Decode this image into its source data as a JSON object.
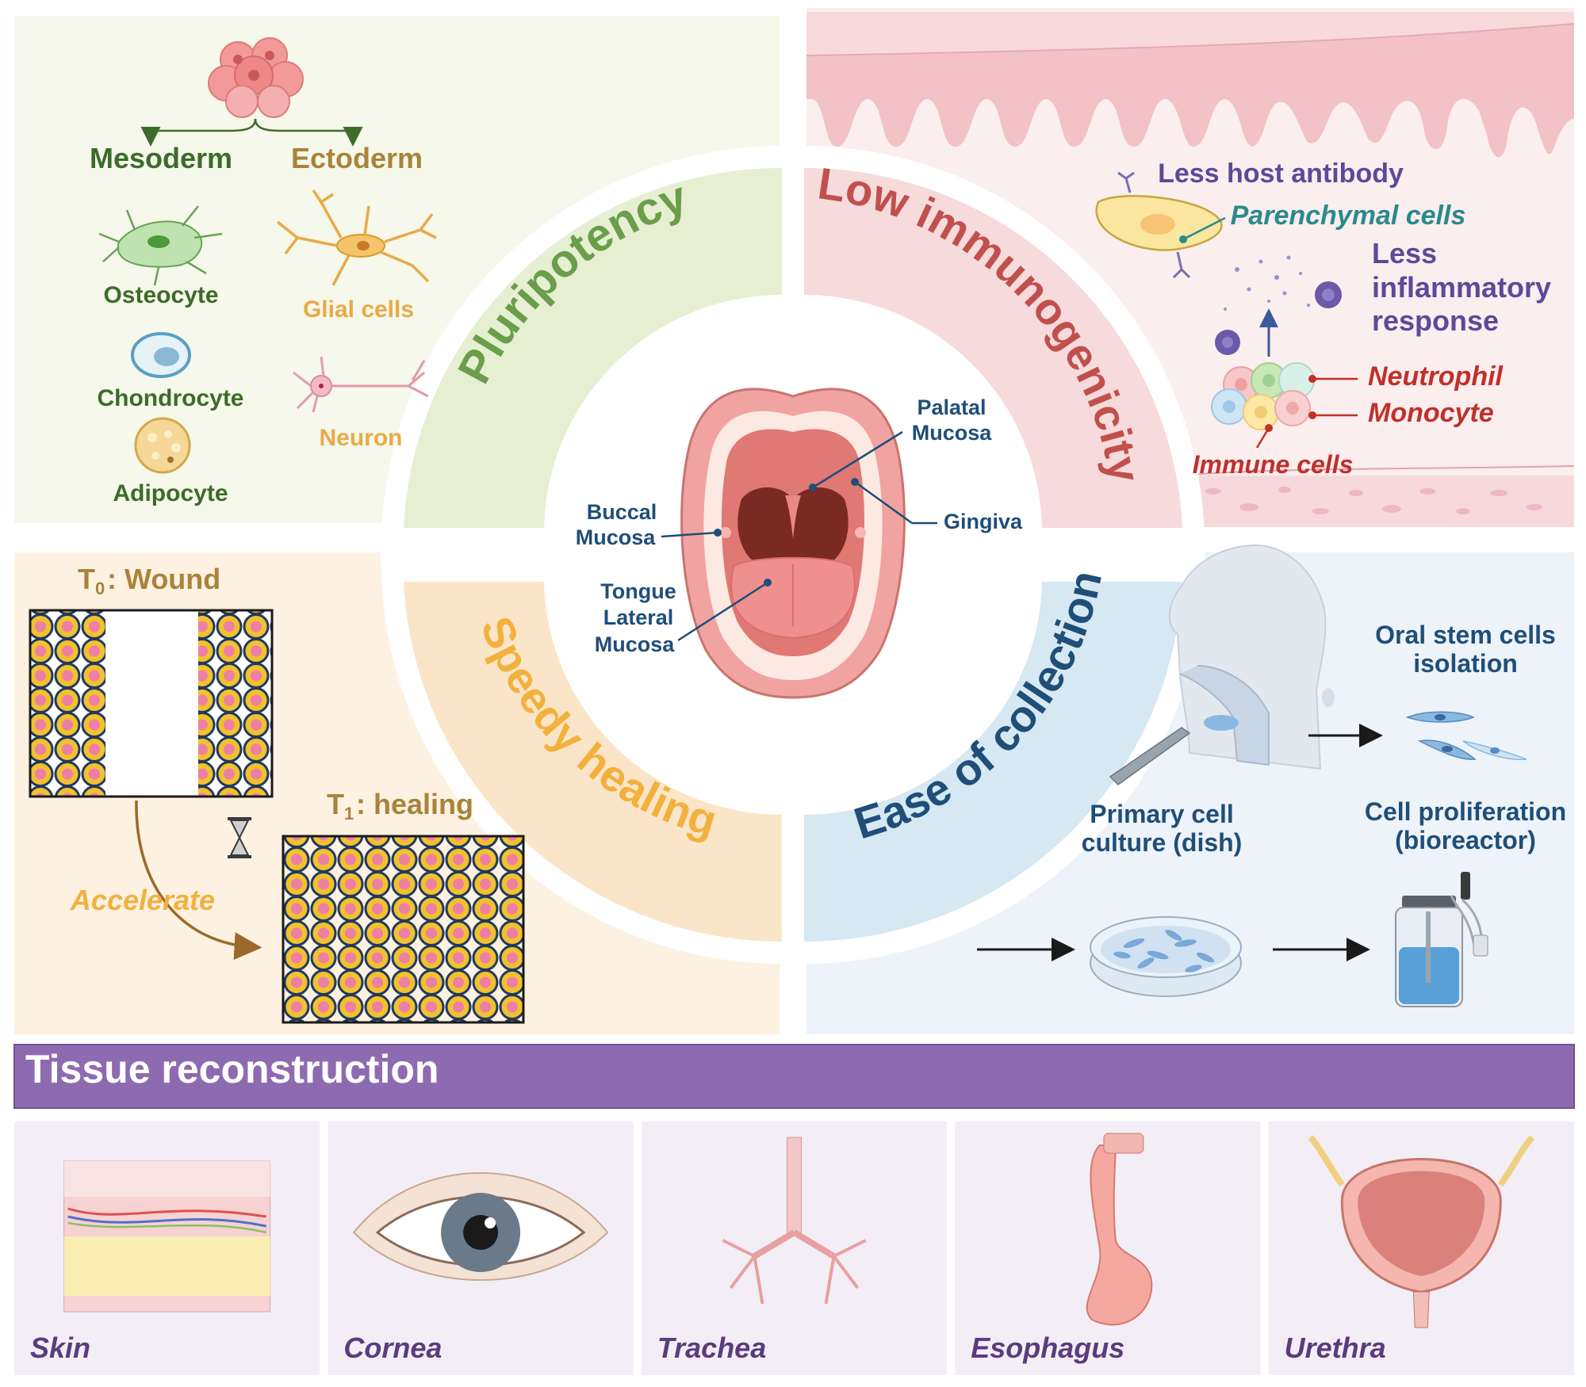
{
  "colors": {
    "pluripotency": "#6a9e4a",
    "immunogenicity": "#c0504d",
    "healing": "#f2b13d",
    "collection": "#1f4e79",
    "mouth_label": "#1f4e79",
    "tissue_banner": "#8e6bb0",
    "tissue_label": "#5b3b7e"
  },
  "pluripotency": {
    "title": "Pluripotency",
    "mesoderm": "Mesoderm",
    "ectoderm": "Ectoderm",
    "osteocyte": "Osteocyte",
    "chondrocyte": "Chondrocyte",
    "adipocyte": "Adipocyte",
    "glial": "Glial cells",
    "neuron": "Neuron"
  },
  "immuno": {
    "title": "Low immunogenicity",
    "less_antibody": "Less host antibody",
    "parenchymal": "Parenchymal cells",
    "less": "Less",
    "inflammatory": "inflammatory",
    "response": "response",
    "neutrophil": "Neutrophil",
    "monocyte": "Monocyte",
    "immune_cells": "Immune cells"
  },
  "healing": {
    "title": "Speedy healing",
    "t0_sub": "0",
    "t0_text": ": Wound",
    "t1_sub": "1",
    "t1_text": ": healing",
    "t_letter": "T",
    "accelerate": "Accelerate"
  },
  "collection": {
    "title": "Ease of collection",
    "oral_stem_1": "Oral stem cells",
    "oral_stem_2": "isolation",
    "primary_1": "Primary cell",
    "primary_2": "culture (dish)",
    "prolif_1": "Cell proliferation",
    "prolif_2": "(bioreactor)"
  },
  "mouth": {
    "palatal_1": "Palatal",
    "palatal_2": "Mucosa",
    "buccal_1": "Buccal",
    "buccal_2": "Mucosa",
    "gingiva": "Gingiva",
    "tongue_1": "Tongue",
    "tongue_2": "Lateral",
    "tongue_3": "Mucosa"
  },
  "tissue": {
    "banner": "Tissue reconstruction",
    "items": [
      "Skin",
      "Cornea",
      "Trachea",
      "Esophagus",
      "Urethra"
    ]
  }
}
